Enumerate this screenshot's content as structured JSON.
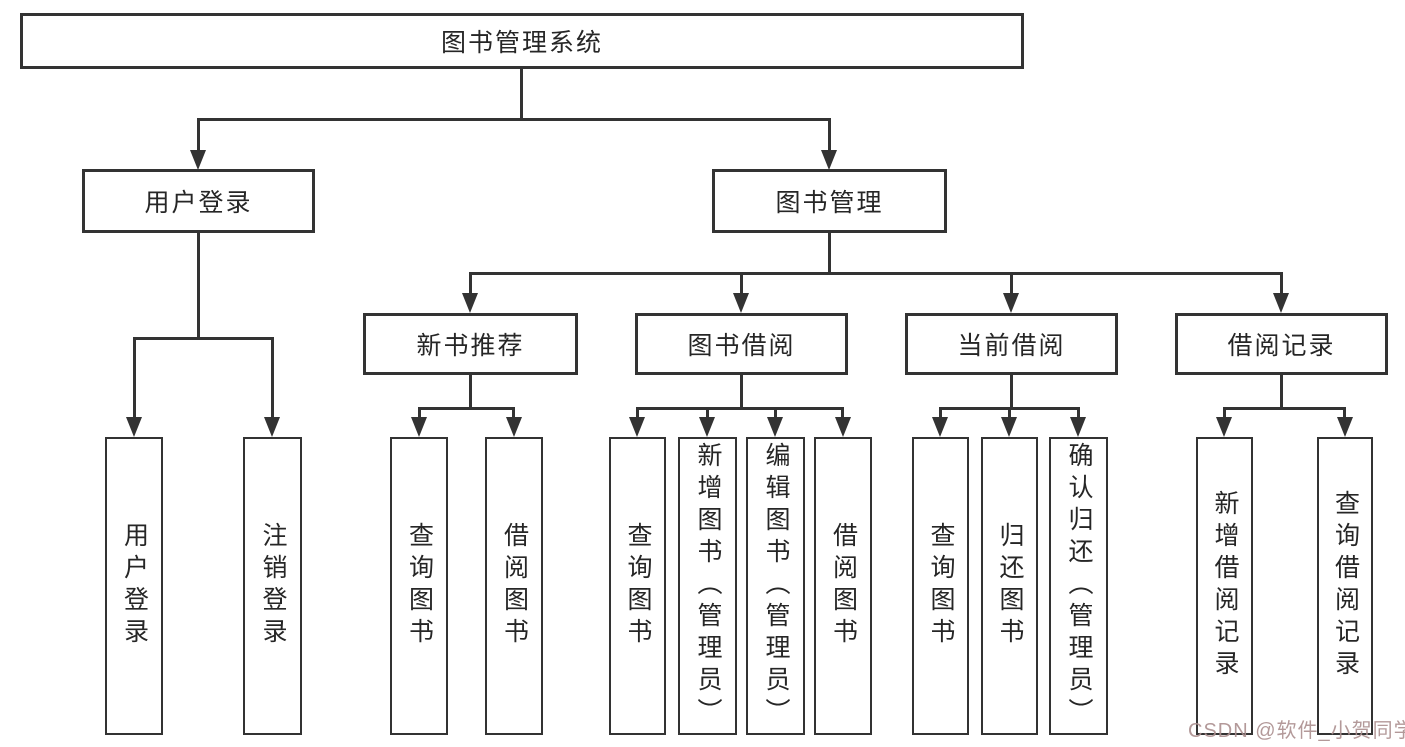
{
  "colors": {
    "line": "#333333",
    "text": "#262626",
    "background": "#ffffff",
    "watermark": "#ab8f8f"
  },
  "tree": {
    "root": {
      "label": "图书管理系统"
    },
    "branches": [
      {
        "label": "用户登录",
        "children": [
          "用户登录",
          "注销登录"
        ]
      },
      {
        "label": "图书管理",
        "children": [
          {
            "label": "新书推荐",
            "children": [
              "查询图书",
              "借阅图书"
            ]
          },
          {
            "label": "图书借阅",
            "children": [
              "查询图书",
              "新增图书（管理员）",
              "编辑图书（管理员）",
              "借阅图书"
            ]
          },
          {
            "label": "当前借阅",
            "children": [
              "查询图书",
              "归还图书",
              "确认归还（管理员）"
            ]
          },
          {
            "label": "借阅记录",
            "children": [
              "新增借阅记录",
              "查询借阅记录"
            ]
          }
        ]
      }
    ]
  },
  "watermark": {
    "text": "CSDN @软件_小贺同学"
  }
}
